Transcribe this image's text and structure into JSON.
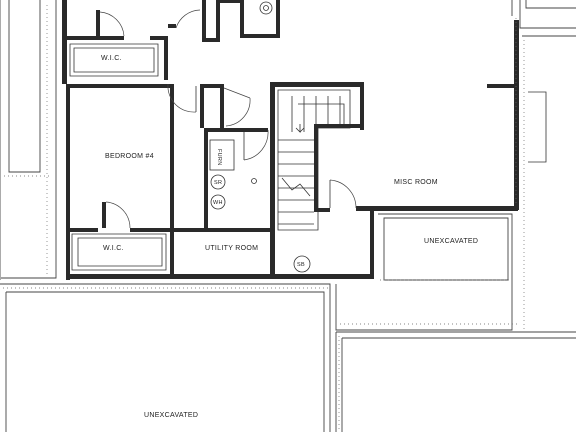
{
  "rooms": {
    "wic_top": "W.I.C.",
    "bedroom": "BEDROOM #4",
    "wic_bottom": "W.I.C.",
    "utility": "UTILITY ROOM",
    "misc": "MISC ROOM",
    "unexcavated_right": "UNEXCAVATED",
    "unexcavated_bottom": "UNEXCAVATED"
  },
  "fixtures": {
    "furnace": "FURN",
    "water_softener": "SR",
    "water_heater": "WH",
    "sump": "SB"
  }
}
